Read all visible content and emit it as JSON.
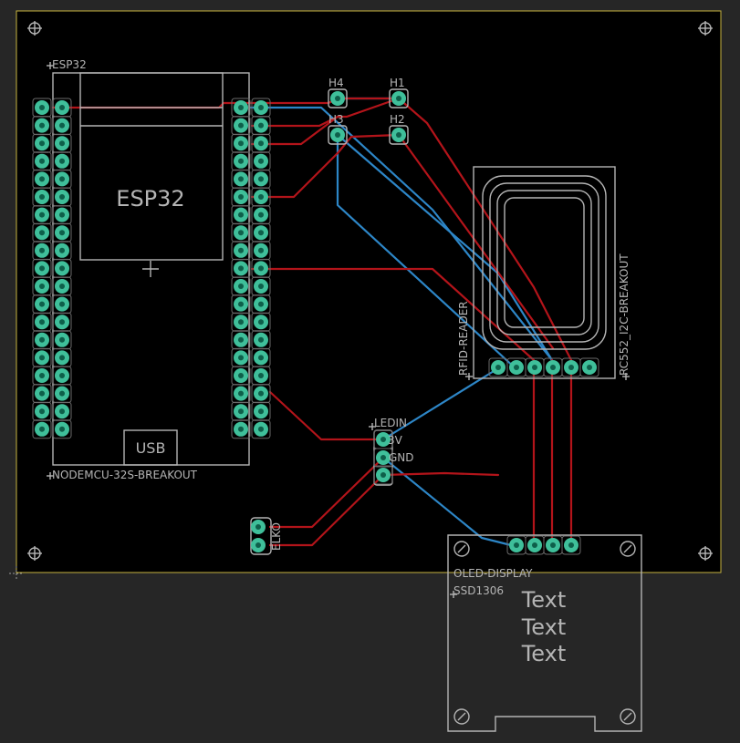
{
  "colors": {
    "background": "#262626",
    "board": "#000000",
    "board_outline": "#c8b440",
    "silkscreen": "#b4b4b4",
    "pad": "#3fbf9a",
    "top_copper": "#b3141a",
    "bottom_copper": "#2d86c7"
  },
  "esp32": {
    "name_label": "ESP32",
    "body_label": "ESP32",
    "usb_label": "USB",
    "footprint_label": "NODEMCU-32S-BREAKOUT"
  },
  "headers": {
    "h1": "H1",
    "h2": "H2",
    "h3": "H3",
    "h4": "H4"
  },
  "rfid": {
    "name_label": "RFID-READER",
    "footprint_label": "RC552_I2C-BREAKOUT"
  },
  "led": {
    "din_label": "LEDIN",
    "v3_label": "3V",
    "gnd_label": "GND"
  },
  "elko": {
    "label": "ELKO"
  },
  "oled": {
    "name_label": "OLED-DISPLAY",
    "footprint_label": "SSD1306",
    "text_lines": [
      "Text",
      "Text",
      "Text"
    ]
  }
}
